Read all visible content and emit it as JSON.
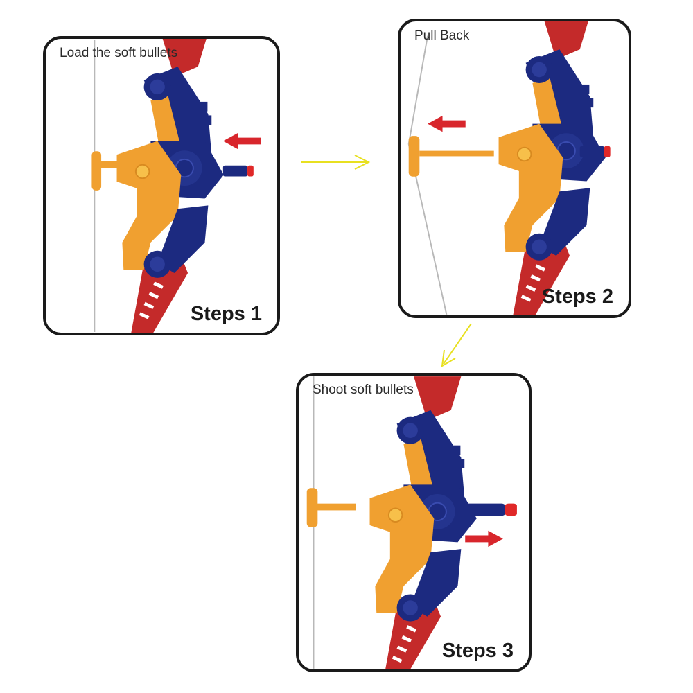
{
  "steps": [
    {
      "caption": "Load the soft bullets",
      "label": "Steps 1"
    },
    {
      "caption": "Pull Back",
      "label": "Steps 2"
    },
    {
      "caption": "Shoot soft bullets",
      "label": "Steps 3"
    }
  ],
  "icons": {
    "bow": "bow-icon",
    "dart": "dart-icon",
    "direction_arrow": "red-arrow-icon",
    "flow_arrow": "yellow-arrow-icon"
  },
  "colors": {
    "bow_orange": "#f0a030",
    "bow_blue": "#1c2a80",
    "bow_red": "#c42a2a",
    "dart_tip": "#e02828",
    "arrow_red": "#d8262c",
    "flow_yellow": "#e8e020",
    "frame": "#1a1a1a"
  }
}
